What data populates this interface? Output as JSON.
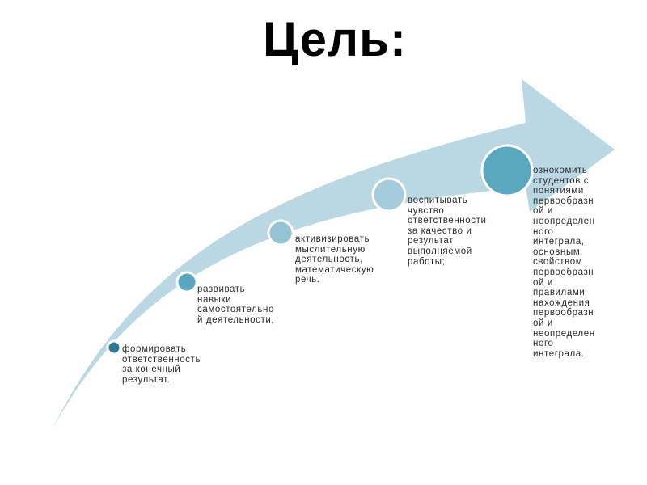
{
  "title": "Цель:",
  "colors": {
    "arrow_fill": "#b9d8e3",
    "circle_stroke": "#ffffff",
    "text": "#2a2a2a"
  },
  "steps": [
    {
      "text": "формировать\nответственность\nза конечный\nрезультат.",
      "circle_color": "#2e7a94"
    },
    {
      "text": "развивать\nнавыки\nсамостоятельно\nй деятельности,",
      "circle_color": "#5aa5bf"
    },
    {
      "text": "активизировать\nмыслительную\nдеятельность,\nматематическую\nречь.",
      "circle_color": "#94c3d4"
    },
    {
      "text": "воспитывать\nчувство\nответственности\nза качество и\nрезультат\nвыполняемой\nработы;",
      "circle_color": "#a4ccda"
    },
    {
      "text": "ознокомить\nстудентов с\nпонятиями\nпервообразн\nой и\nнеопределен\nного\nинтеграла,\nосновным\nсвойством\nпервообразн\nой и\nправилами\nнахождения\nпервообразн\nой и\nнеопределен\nного\nинтеграла.",
      "circle_color": "#5ba7c0"
    }
  ]
}
